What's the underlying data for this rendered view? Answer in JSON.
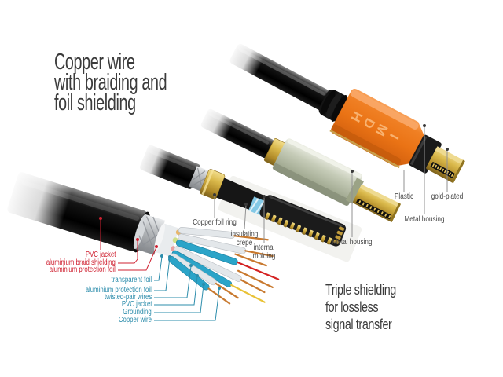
{
  "headings": {
    "top_left": {
      "lines": [
        "Copper wire",
        "with braiding and",
        "foil shielding"
      ]
    },
    "bottom_right": {
      "lines": [
        "Triple shielding",
        "for lossless",
        "signal transfer"
      ]
    }
  },
  "brand": {
    "name": "HDMI",
    "letters": [
      "H",
      "D",
      "M",
      "I"
    ]
  },
  "callouts": {
    "shielding": {
      "color": "#cf2030",
      "items": [
        {
          "label": "PVC jacket"
        },
        {
          "label": "aluminium braid shielding"
        },
        {
          "label": "aluminium protection foil"
        }
      ]
    },
    "wires": {
      "color": "#2b8cab",
      "items": [
        {
          "label": "transparent foil"
        },
        {
          "label": "aluminium protection foil"
        },
        {
          "label": "twisted-pair wires"
        },
        {
          "label": "PVC jacket"
        },
        {
          "label": "Grounding"
        },
        {
          "label": "Copper wire"
        }
      ]
    },
    "assembly": {
      "color": "#454545",
      "items": [
        {
          "label": "Copper foil ring"
        },
        {
          "label": "insulating crepe"
        },
        {
          "label": "internal molding"
        },
        {
          "label": "Metal housing"
        }
      ]
    },
    "plug": {
      "color": "#454545",
      "items": [
        {
          "label": "Plastic"
        },
        {
          "label": "gold-plated"
        },
        {
          "label": "Metal housing"
        }
      ]
    }
  },
  "palette": {
    "background": "#ffffff",
    "hdmi_housing_orange": "#ef7d1e",
    "gold_plated": "#d9b84a",
    "copper": "#c8792f",
    "teal_wire": "#2ba4c8",
    "red_label": "#cf2030",
    "teal_label": "#2b8cab",
    "gray_label": "#454545",
    "heading_text": "#3b3b3b"
  }
}
